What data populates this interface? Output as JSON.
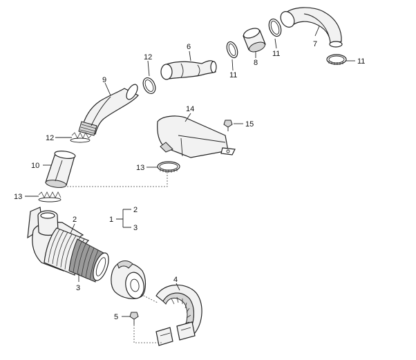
{
  "callouts": [
    {
      "id": "c1",
      "text": "1"
    },
    {
      "id": "c2a",
      "text": "2"
    },
    {
      "id": "c2b",
      "text": "2"
    },
    {
      "id": "c3a",
      "text": "3"
    },
    {
      "id": "c3b",
      "text": "3"
    },
    {
      "id": "c4",
      "text": "4"
    },
    {
      "id": "c5",
      "text": "5"
    },
    {
      "id": "c6",
      "text": "6"
    },
    {
      "id": "c7",
      "text": "7"
    },
    {
      "id": "c8",
      "text": "8"
    },
    {
      "id": "c9",
      "text": "9"
    },
    {
      "id": "c10",
      "text": "10"
    },
    {
      "id": "c11a",
      "text": "11"
    },
    {
      "id": "c11b",
      "text": "11"
    },
    {
      "id": "c11c",
      "text": "11"
    },
    {
      "id": "c12a",
      "text": "12"
    },
    {
      "id": "c12b",
      "text": "12"
    },
    {
      "id": "c13a",
      "text": "13"
    },
    {
      "id": "c13b",
      "text": "13"
    },
    {
      "id": "c14",
      "text": "14"
    },
    {
      "id": "c15",
      "text": "15"
    }
  ]
}
